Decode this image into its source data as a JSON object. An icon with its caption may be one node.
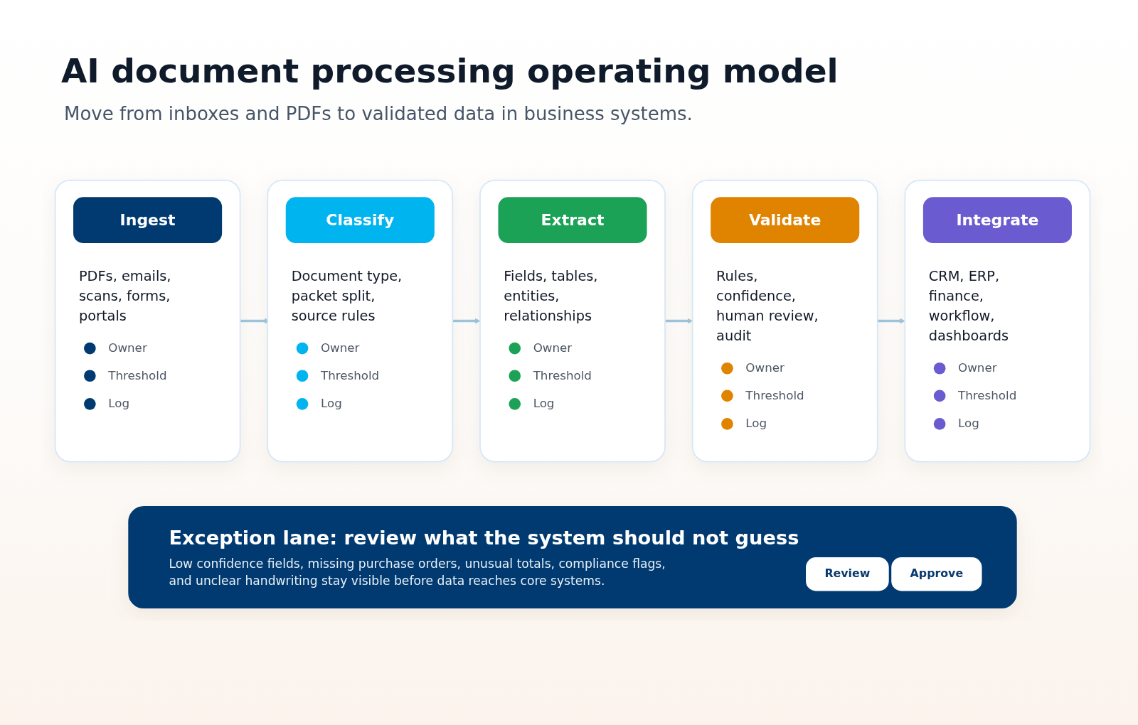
{
  "diagram": {
    "title": "AI document processing operating model",
    "nodes": [
      {
        "text": [
          "PDFs, emails, scans, forms, portals",
          "Owner",
          "Threshold",
          "Log"
        ]
      },
      {
        "text": [
          "Ingest"
        ],
        "in": 0
      },
      {
        "text": [
          "Document type, packet split, source rules",
          "Owner",
          "Threshold",
          "Log"
        ]
      },
      {
        "text": [
          "Classify"
        ],
        "in": 2
      },
      {
        "text": [
          "Fields, tables, entities, relationships",
          "Owner",
          "Threshold",
          "Log"
        ]
      },
      {
        "text": [
          "Extract"
        ],
        "in": 4
      },
      {
        "text": [
          "Rules, confidence, human review, audit",
          "Owner",
          "Threshold",
          "Log"
        ]
      },
      {
        "text": [
          "Validate"
        ],
        "in": 6
      },
      {
        "text": [
          "CRM, ERP, finance, workflow, dashboards",
          "Owner",
          "Threshold",
          "Log"
        ]
      },
      {
        "text": [
          "Integrate"
        ],
        "in": 8
      },
      {
        "text": [
          "Exception lane: review what the system should not guess",
          "Low confidence fields, missing purchase orders, unusual totals, compliance flags, and unclear handwriting stay visible before data reaches core systems."
        ]
      },
      {
        "text": [
          "Review"
        ],
        "in": 10
      },
      {
        "text": [
          "Approve"
        ],
        "in": 10
      }
    ],
    "edges": [
      {
        "from": 0,
        "to": 2,
        "arrow": "to"
      },
      {
        "from": 2,
        "to": 4,
        "arrow": "to"
      },
      {
        "from": 4,
        "to": 6,
        "arrow": "to"
      },
      {
        "from": 6,
        "to": 8,
        "arrow": "to"
      }
    ],
    "labels": [
      "Move from inboxes and PDFs to validated data in business systems."
    ]
  }
}
